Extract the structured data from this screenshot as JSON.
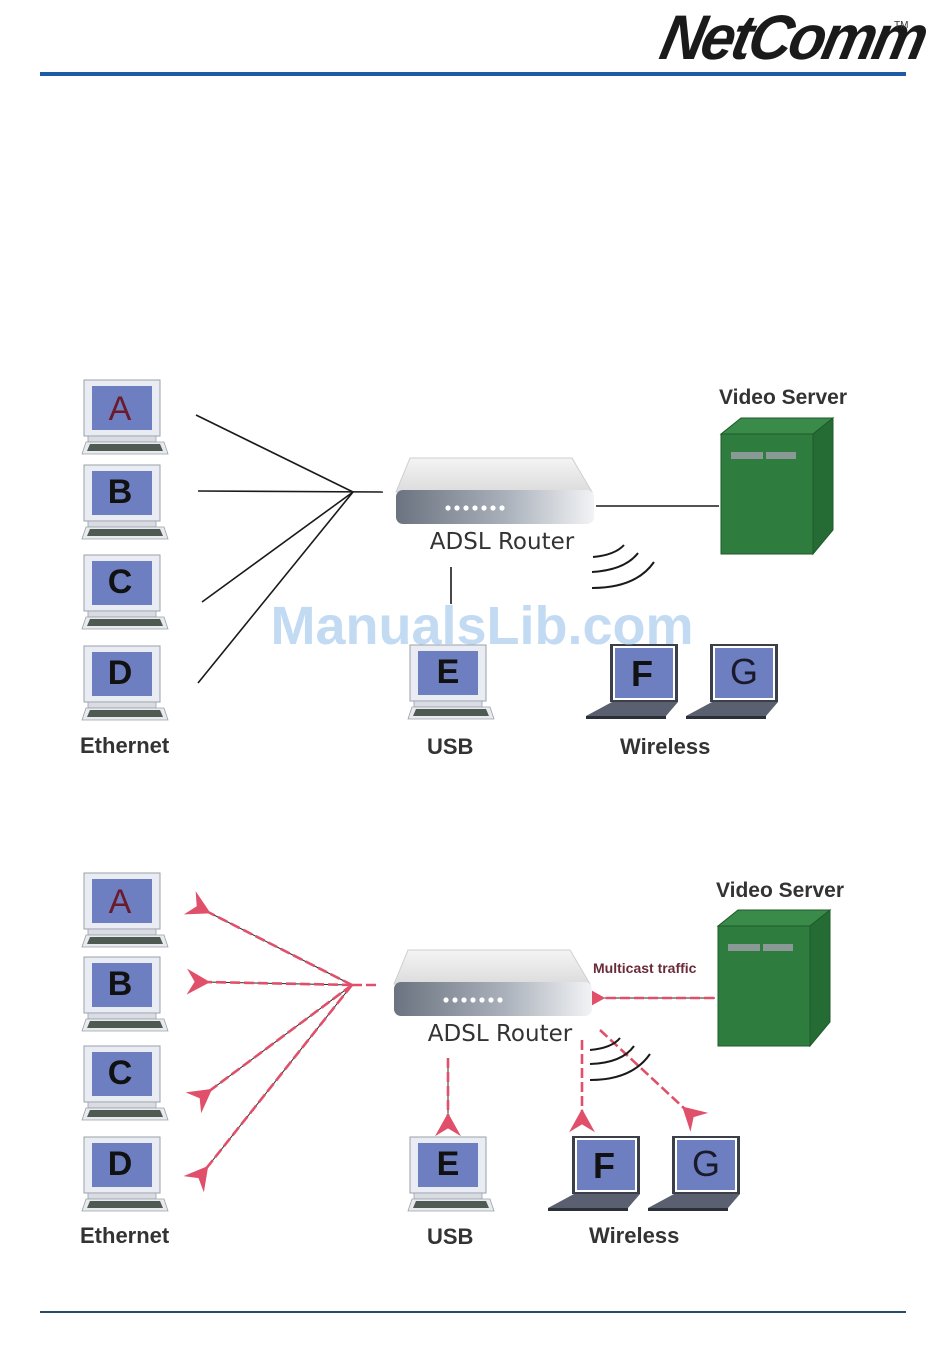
{
  "header": {
    "brand": "NetComm",
    "trademark": "TM"
  },
  "watermark": "ManualsLib.com",
  "colors": {
    "brand_rule": "#1f5aa6",
    "server_green": "#2e7d3e",
    "screen_blue": "#6d7fc0",
    "multicast_red": "#e0506a"
  },
  "diagrams": [
    {
      "name": "unicast",
      "server_label": "Video Server",
      "router_label": "ADSL Router",
      "clients": [
        "A",
        "B",
        "C",
        "D",
        "E",
        "F",
        "G"
      ],
      "group_labels": {
        "ethernet": "Ethernet",
        "usb": "USB",
        "wireless": "Wireless"
      }
    },
    {
      "name": "multicast",
      "server_label": "Video Server",
      "router_label": "ADSL Router",
      "traffic_label": "Multicast traffic",
      "clients": [
        "A",
        "B",
        "C",
        "D",
        "E",
        "F",
        "G"
      ],
      "group_labels": {
        "ethernet": "Ethernet",
        "usb": "USB",
        "wireless": "Wireless"
      }
    }
  ]
}
